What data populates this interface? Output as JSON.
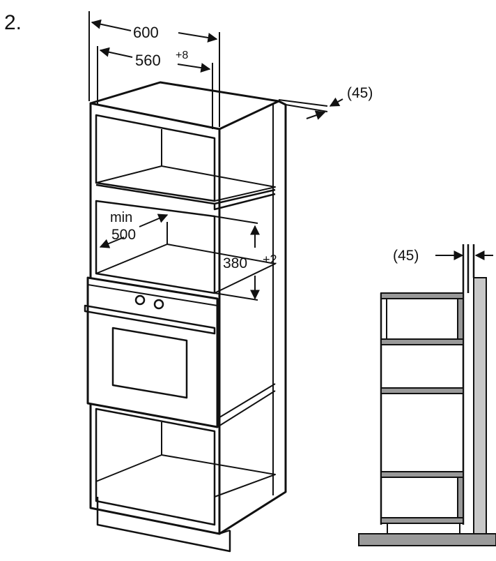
{
  "step": "2.",
  "dimensions": {
    "width_total": "600",
    "width_niche": "560",
    "width_niche_tolerance": "+8",
    "depth_min_label": "min",
    "depth_min_value": "500",
    "height_niche": "380",
    "height_niche_tolerance": "+2",
    "rear_gap_top": "(45)",
    "rear_gap_side": "(45)"
  },
  "colors": {
    "line": "#111111",
    "wall": "#c8c8c8",
    "floor": "#9a9a9a"
  }
}
